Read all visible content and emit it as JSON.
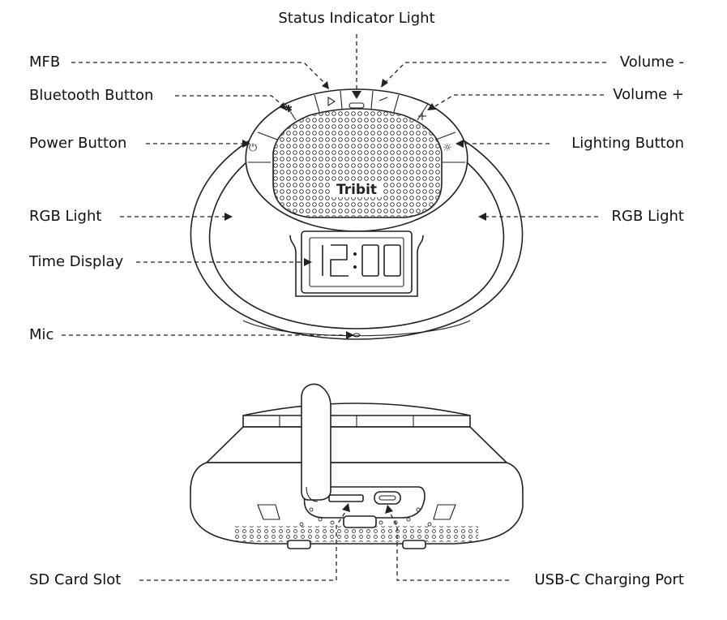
{
  "labels": {
    "status_indicator_light": "Status Indicator Light",
    "mfb": "MFB",
    "bluetooth_button": "Bluetooth Button",
    "power_button": "Power Button",
    "rgb_light_left": "RGB Light",
    "time_display": "Time Display",
    "mic": "Mic",
    "volume_minus": "Volume -",
    "volume_plus": "Volume +",
    "lighting_button": "Lighting Button",
    "rgb_light_right": "RGB Light",
    "sd_card_slot": "SD Card Slot",
    "usbc_charging_port": "USB-C Charging Port"
  },
  "device": {
    "brand": "Tribit",
    "clock_time": "12:00"
  }
}
